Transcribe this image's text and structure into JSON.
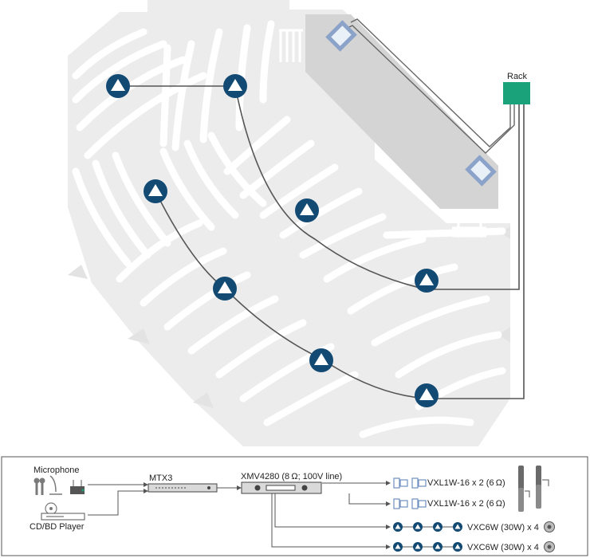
{
  "floor_plan": {
    "rack_label": "Rack",
    "colors": {
      "floor": "#ececec",
      "seat_rows": "#ffffff",
      "stage": "#d4d4d4",
      "rack": "#1aa37a",
      "speaker_marker": "#124a73",
      "wiring": "#555555",
      "line_array": "#8ba2c9"
    }
  },
  "system_diagram": {
    "sources": {
      "microphone_label": "Microphone",
      "player_label": "CD/BD Player"
    },
    "processor_label": "MTX3",
    "amplifier_label": "XMV4280 (8 Ω; 100V line)",
    "outputs": [
      {
        "label": "VXL1W-16 x 2 (6 Ω)",
        "icon": "line-array-speaker-icon"
      },
      {
        "label": "VXL1W-16 x 2 (6 Ω)",
        "icon": "line-array-speaker-icon"
      },
      {
        "label": "VXC6W (30W) x 4",
        "icon": "ceiling-speaker-icon"
      },
      {
        "label": "VXC6W (30W) x 4",
        "icon": "ceiling-speaker-icon"
      }
    ]
  }
}
